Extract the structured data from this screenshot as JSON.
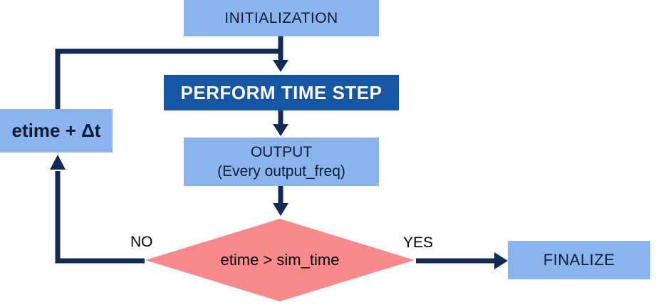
{
  "diagram": {
    "title": "simulation-time-loop-flowchart",
    "nodes": {
      "initialization": {
        "label": "INITIALIZATION",
        "shape": "rectangle",
        "fill": "light-blue"
      },
      "perform_time_step": {
        "label": "PERFORM TIME STEP",
        "shape": "rectangle",
        "fill": "dark-blue"
      },
      "output": {
        "label": "OUTPUT",
        "sublabel": "(Every output_freq)",
        "shape": "rectangle",
        "fill": "light-blue"
      },
      "decision": {
        "label": "etime > sim_time",
        "shape": "diamond",
        "fill": "pink"
      },
      "finalize": {
        "label": "FINALIZE",
        "shape": "rectangle",
        "fill": "light-blue"
      },
      "increment": {
        "label": "etime + Δt",
        "shape": "rectangle",
        "fill": "light-blue"
      }
    },
    "edges": {
      "no_label": "NO",
      "yes_label": "YES",
      "flow": [
        "initialization -> perform_time_step",
        "perform_time_step -> output",
        "output -> decision",
        "decision -YES-> finalize",
        "decision -NO-> increment",
        "increment -> perform_time_step (loop)"
      ]
    },
    "colors": {
      "node_fill_light": "#8CB4EC",
      "node_fill_dark": "#1656A4",
      "connector": "#122B54",
      "decision_fill": "#F8898C",
      "node_text_dark": "#0D1B38",
      "dark_node_text": "#FFFFFF",
      "label_text": "#000000",
      "canvas_bg": "#FFFFFF"
    }
  }
}
